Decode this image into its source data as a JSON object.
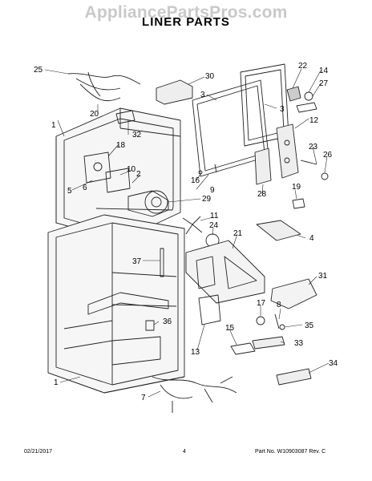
{
  "watermark": "AppliancePartsPros.com",
  "title": "LINER PARTS",
  "callouts": [
    "1",
    "2",
    "3",
    "3",
    "4",
    "5",
    "6",
    "7",
    "8",
    "9",
    "10",
    "11",
    "12",
    "13",
    "14",
    "15",
    "16",
    "17",
    "18",
    "19",
    "20",
    "21",
    "22",
    "23",
    "24",
    "25",
    "26",
    "27",
    "28",
    "29",
    "30",
    "31",
    "32",
    "33",
    "34",
    "35",
    "36",
    "37",
    "1"
  ],
  "footer": {
    "date": "02/21/2017",
    "page": "4",
    "part": "Part No. W10903087  Rev. C"
  }
}
